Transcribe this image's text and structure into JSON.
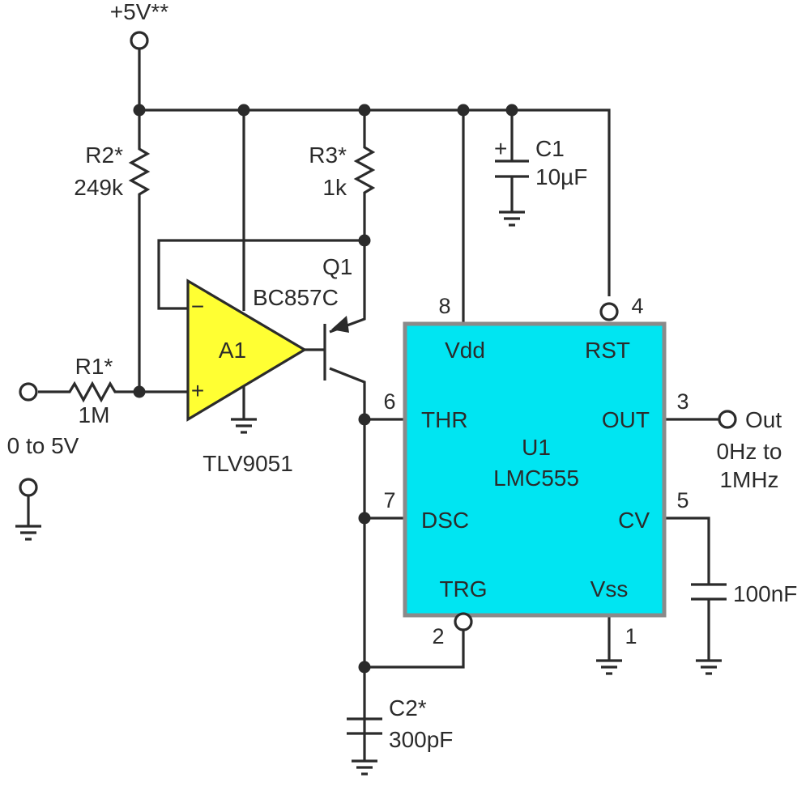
{
  "colors": {
    "wire": "#2b2b2b",
    "opamp_fill": "#ffff33",
    "ic_fill": "#00e5f2",
    "ic_border": "#8a8a8a"
  },
  "supply": {
    "label": "+5V**"
  },
  "input": {
    "label": "0 to 5V"
  },
  "resistors": {
    "r1": {
      "name": "R1*",
      "value": "1M"
    },
    "r2": {
      "name": "R2*",
      "value": "249k"
    },
    "r3": {
      "name": "R3*",
      "value": "1k"
    }
  },
  "capacitors": {
    "c1": {
      "name": "C1",
      "value": "10µF",
      "polarity": "+"
    },
    "c2": {
      "name": "C2*",
      "value": "300pF"
    },
    "c3": {
      "value": "100nF"
    }
  },
  "opamp": {
    "name": "A1",
    "part": "TLV9051",
    "minus": "−",
    "plus": "+"
  },
  "transistor": {
    "name": "Q1",
    "part": "BC857C"
  },
  "timer": {
    "name": "U1",
    "part": "LMC555",
    "pins": {
      "vdd": {
        "label": "Vdd",
        "number": "8"
      },
      "rst": {
        "label": "RST",
        "number": "4"
      },
      "thr": {
        "label": "THR",
        "number": "6"
      },
      "out": {
        "label": "OUT",
        "number": "3"
      },
      "dsc": {
        "label": "DSC",
        "number": "7"
      },
      "cv": {
        "label": "CV",
        "number": "5"
      },
      "trg": {
        "label": "TRG",
        "number": "2"
      },
      "vss": {
        "label": "Vss",
        "number": "1"
      }
    }
  },
  "output": {
    "label": "Out",
    "range_line1": "0Hz to",
    "range_line2": "1MHz"
  }
}
